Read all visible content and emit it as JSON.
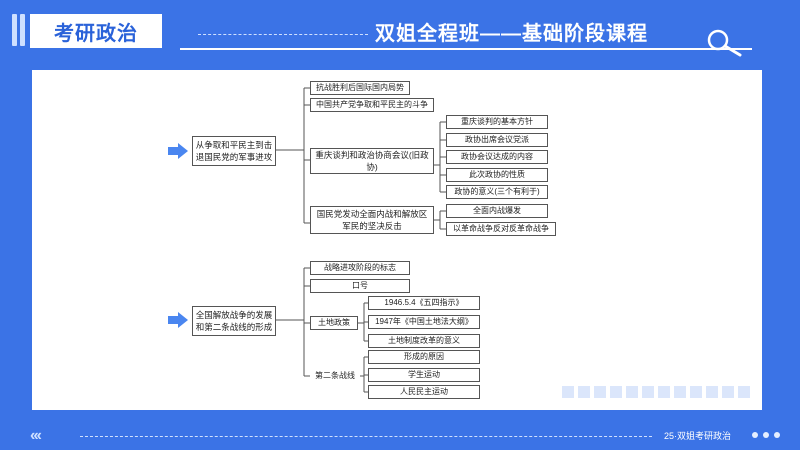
{
  "header": {
    "badge": "考研政治",
    "title": "双姐全程班——基础阶段课程"
  },
  "footer": {
    "text": "25·双姐考研政治"
  },
  "mindmap": {
    "section1": {
      "root": "从争取和平民主到击退国民党的军事进攻",
      "level1": {
        "a": "抗战胜利后国际国内局势",
        "b": "中国共产党争取和平民主的斗争",
        "c": "重庆谈判和政治协商会议(旧政协)",
        "d": "国民党发动全面内战和解放区军民的坚决反击"
      },
      "level2_c": [
        "重庆谈判的基本方针",
        "政协出席会议党派",
        "政协会议达成的内容",
        "此次政协的性质",
        "政协的意义(三个有利于)"
      ],
      "level2_d": [
        "全面内战爆发",
        "以革命战争反对反革命战争"
      ]
    },
    "section2": {
      "root": "全国解放战争的发展和第二条战线的形成",
      "level1": {
        "a": "战略进攻阶段的标志",
        "b": "口号",
        "c": "土地政策",
        "d": "第二条战线"
      },
      "level2_c": [
        "1946.5.4《五四指示》",
        "1947年《中国土地法大纲》",
        "土地制度改革的意义"
      ],
      "level2_d": [
        "形成的原因",
        "学生运动",
        "人民民主运动"
      ]
    }
  },
  "colors": {
    "background": "#3b73e6",
    "arrow": "#4a86f0"
  }
}
